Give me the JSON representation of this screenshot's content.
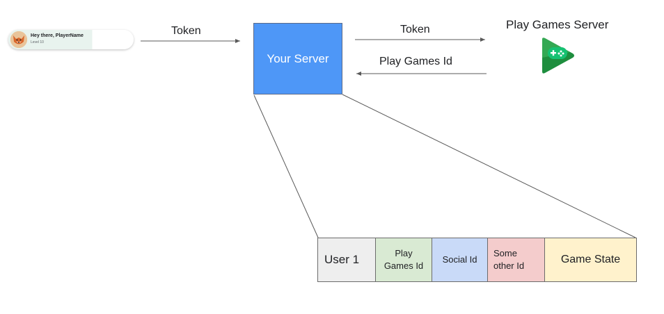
{
  "client": {
    "greeting": "Hey there, PlayerName",
    "level": "Level 10",
    "avatar_icon": "fox-avatar-icon"
  },
  "arrows": {
    "client_to_server": "Token",
    "server_to_play": "Token",
    "play_to_server": "Play Games Id"
  },
  "your_server": {
    "label": "Your Server",
    "color": "#4e97f7"
  },
  "play_games_server": {
    "title": "Play Games Server",
    "logo_icon": "play-games-logo-icon"
  },
  "record": {
    "cells": [
      {
        "text": "User 1",
        "color": "#eeeeee"
      },
      {
        "text": "Play Games Id",
        "line1": "Play",
        "line2": "Games Id",
        "color": "#d9ead3"
      },
      {
        "text": "Social Id",
        "color": "#c9daf8"
      },
      {
        "text": "Some other Id",
        "line1": "Some",
        "line2": "other Id",
        "color": "#f4cccc"
      },
      {
        "text": "Game State",
        "color": "#fff2cc"
      }
    ]
  }
}
